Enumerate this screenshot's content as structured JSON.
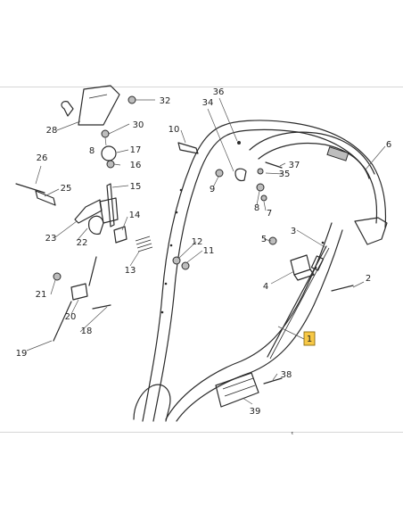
{
  "callouts": [
    {
      "id": "c1",
      "label": "1",
      "highlight": true
    },
    {
      "id": "c2",
      "label": "2"
    },
    {
      "id": "c3",
      "label": "3"
    },
    {
      "id": "c4",
      "label": "4"
    },
    {
      "id": "c5",
      "label": "5"
    },
    {
      "id": "c6",
      "label": "6"
    },
    {
      "id": "c7",
      "label": "7"
    },
    {
      "id": "c8a",
      "label": "8"
    },
    {
      "id": "c8b",
      "label": "8"
    },
    {
      "id": "c9",
      "label": "9"
    },
    {
      "id": "c10",
      "label": "10"
    },
    {
      "id": "c11",
      "label": "11"
    },
    {
      "id": "c12",
      "label": "12"
    },
    {
      "id": "c13",
      "label": "13"
    },
    {
      "id": "c14",
      "label": "14"
    },
    {
      "id": "c15",
      "label": "15"
    },
    {
      "id": "c16",
      "label": "16"
    },
    {
      "id": "c17",
      "label": "17"
    },
    {
      "id": "c18",
      "label": "18"
    },
    {
      "id": "c19",
      "label": "19"
    },
    {
      "id": "c20",
      "label": "20"
    },
    {
      "id": "c21",
      "label": "21"
    },
    {
      "id": "c22",
      "label": "22"
    },
    {
      "id": "c23",
      "label": "23"
    },
    {
      "id": "c25",
      "label": "25"
    },
    {
      "id": "c26",
      "label": "26"
    },
    {
      "id": "c28",
      "label": "28"
    },
    {
      "id": "c30",
      "label": "30"
    },
    {
      "id": "c32",
      "label": "32"
    },
    {
      "id": "c34",
      "label": "34"
    },
    {
      "id": "c35",
      "label": "35"
    },
    {
      "id": "c36",
      "label": "36"
    },
    {
      "id": "c37",
      "label": "37"
    },
    {
      "id": "c38",
      "label": "38"
    },
    {
      "id": "c39",
      "label": "39"
    }
  ],
  "colors": {
    "highlight": "#f7c846",
    "line": "#2b2b2b"
  }
}
